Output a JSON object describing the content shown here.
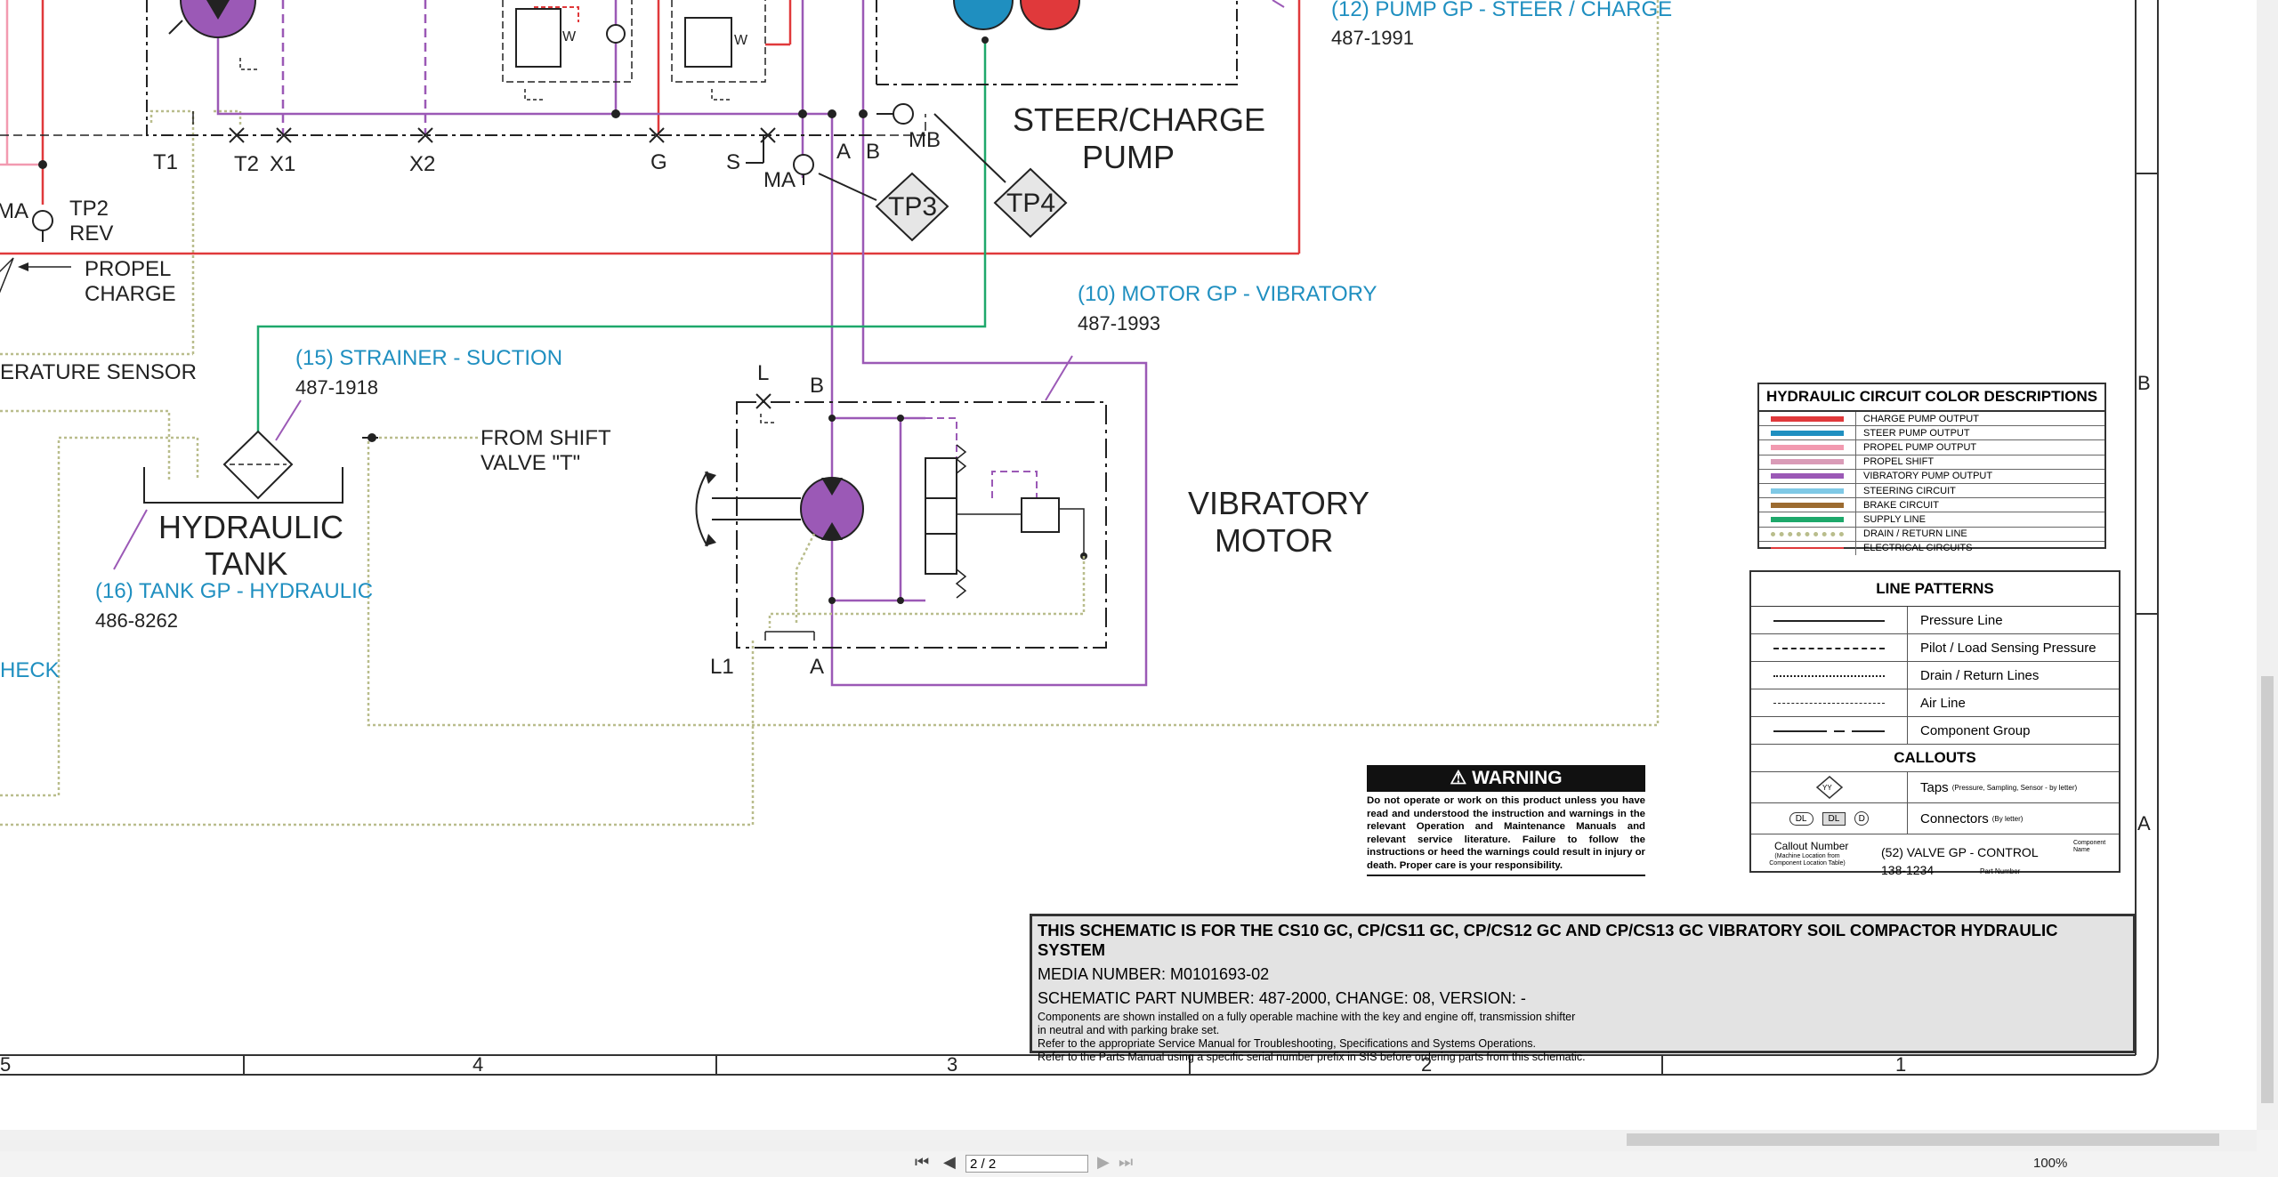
{
  "labels": {
    "pump_steer_charge": "(12) PUMP GP -  STEER / CHARGE",
    "pump_steer_charge_pn": "487-1991",
    "steer_charge_pump": "STEER/CHARGE",
    "steer_charge_pump2": "PUMP",
    "t1": "T1",
    "t2": "T2",
    "x1": "X1",
    "x2": "X2",
    "g": "G",
    "s": "S",
    "a": "A",
    "b": "B",
    "mb": "MB",
    "ma": "MA",
    "ma_left": "MA",
    "tp2": "TP2",
    "rev": "REV",
    "propel": "PROPEL",
    "charge": "CHARGE",
    "temp_sensor": "ERATURE SENSOR",
    "tp3": "TP3",
    "tp4": "TP4",
    "motor_vibratory": "(10) MOTOR GP -  VIBRATORY",
    "motor_vibratory_pn": "487-1993",
    "strainer": "(15) STRAINER -  SUCTION",
    "strainer_pn": "487-1918",
    "from_shift": "FROM SHIFT",
    "valve_t": "VALVE \"T\"",
    "hyd_tank1": "HYDRAULIC",
    "hyd_tank2": "TANK",
    "tank_gp": "(16) TANK GP -  HYDRAULIC",
    "tank_gp_pn": "486-8262",
    "heck": "HECK",
    "l": "L",
    "b_motor": "B",
    "l1": "L1",
    "a_motor": "A",
    "vibratory": "VIBRATORY",
    "motor": "MOTOR",
    "w1": "W",
    "w2": "W"
  },
  "color_legend": {
    "title": "HYDRAULIC CIRCUIT COLOR DESCRIPTIONS",
    "items": [
      {
        "name": "CHARGE PUMP OUTPUT",
        "color": "#e0393b",
        "style": "solid"
      },
      {
        "name": "STEER PUMP OUTPUT",
        "color": "#1f8fc0",
        "style": "solid"
      },
      {
        "name": "PROPEL PUMP OUTPUT",
        "color": "#f29ab0",
        "style": "solid"
      },
      {
        "name": "PROPEL SHIFT",
        "color": "#d99bb7",
        "style": "solid"
      },
      {
        "name": "VIBRATORY PUMP OUTPUT",
        "color": "#9b59b6",
        "style": "solid"
      },
      {
        "name": "STEERING CIRCUIT",
        "color": "#7fc9e6",
        "style": "solid"
      },
      {
        "name": "BRAKE CIRCUIT",
        "color": "#9c6b30",
        "style": "solid"
      },
      {
        "name": "SUPPLY LINE",
        "color": "#1ea86b",
        "style": "solid"
      },
      {
        "name": "DRAIN / RETURN LINE",
        "color": "#b9bd8c",
        "style": "dotted"
      },
      {
        "name": "ELECTRICAL CIRCUITS",
        "color": "#e0393b",
        "style": "thin"
      }
    ]
  },
  "pattern_legend": {
    "title": "LINE PATTERNS",
    "items": [
      {
        "name": "Pressure Line",
        "style": "solid"
      },
      {
        "name": "Pilot / Load Sensing Pressure",
        "style": "dashed"
      },
      {
        "name": "Drain / Return Lines",
        "style": "dotted"
      },
      {
        "name": "Air Line",
        "style": "thin-dashed"
      },
      {
        "name": "Component Group",
        "style": "dashdot"
      }
    ],
    "callouts_title": "CALLOUTS",
    "taps_symbol": "YY",
    "taps": "Taps",
    "taps_note": "(Pressure, Sampling, Sensor - by letter)",
    "connectors": "Connectors",
    "connectors_note": "(By letter)",
    "conn_dl1": "DL",
    "conn_dl2": "DL",
    "conn_d": "D",
    "callout_number": "Callout Number",
    "callout_note": "(Machine Location from Component Location Table)",
    "callout_example": "(52) VALVE GP - CONTROL",
    "component_name": "Component Name",
    "part_example": "138-1234",
    "part_number": "Part Number"
  },
  "warning": {
    "title": "WARNING",
    "text": "Do not operate or work on this product unless you have read and understood the instruction and warnings in the relevant Operation and Maintenance Manuals and relevant service literature. Failure to follow the instructions or heed the warnings could result in injury or death. Proper care is your responsibility."
  },
  "title_block": {
    "line1": "THIS SCHEMATIC IS FOR THE CS10 GC, CP/CS11 GC, CP/CS12 GC AND CP/CS13 GC VIBRATORY SOIL COMPACTOR HYDRAULIC SYSTEM",
    "media": "MEDIA NUMBER: M0101693-02",
    "part": "SCHEMATIC PART NUMBER: 487-2000, CHANGE: 08, VERSION: -",
    "note1": "Components are shown installed on a fully operable machine with the key and engine off, transmission shifter",
    "note2": "in neutral and with parking brake set.",
    "note3": "Refer to the appropriate Service Manual for Troubleshooting, Specifications and Systems Operations.",
    "note4": "Refer to the Parts Manual using a specific serial number prefix in SIS before ordering parts from this schematic."
  },
  "zones": {
    "z5": "5",
    "z4": "4",
    "z3": "3",
    "z2": "2",
    "z1": "1",
    "zb": "B",
    "za": "A"
  },
  "toolbar": {
    "page": "2 / 2",
    "zoom": "100%",
    "first": "⏮",
    "prev": "◀",
    "next": "▶",
    "last": "⏭"
  },
  "colors": {
    "charge": "#e0393b",
    "vib": "#9b59b6",
    "supply": "#1ea86b",
    "drain": "#b9bd8c",
    "steer": "#1f8fc0",
    "pink": "#f29ab0",
    "callout": "#1f8fc0"
  }
}
